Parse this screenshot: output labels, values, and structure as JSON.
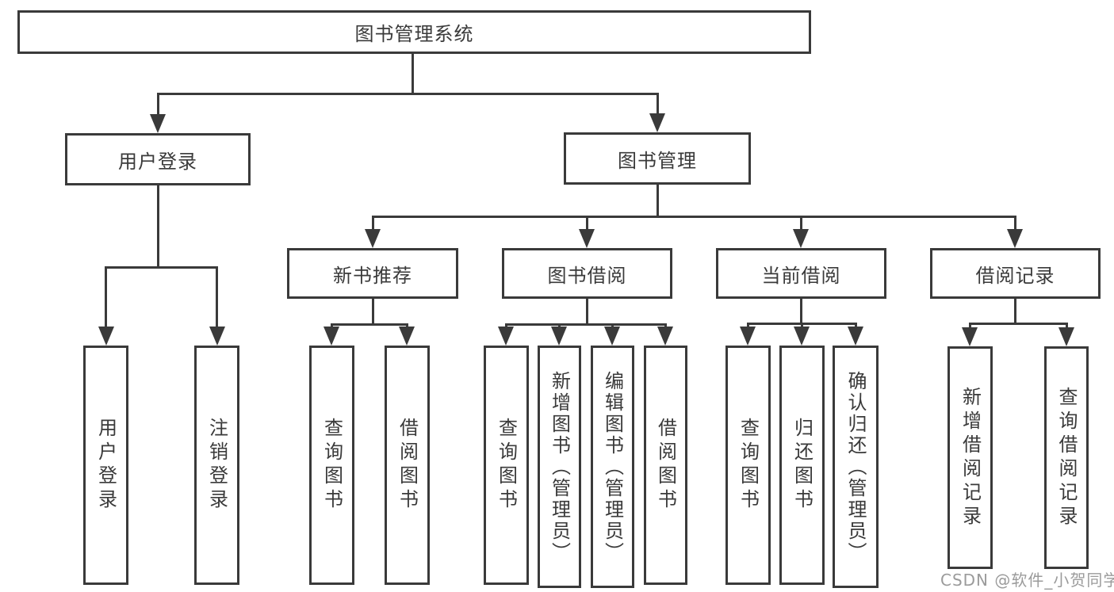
{
  "diagram": {
    "type": "hierarchy-tree",
    "watermark": "CSDN @软件_小贺同学",
    "colors": {
      "line": "#3a3a3a",
      "border": "#3a3a3a",
      "text": "#3a3a3a",
      "watermark": "#9b9b9b",
      "background": "#ffffff"
    },
    "tree": {
      "label": "图书管理系统",
      "children": [
        {
          "label": "用户登录",
          "children": [
            {
              "label": "用户登录"
            },
            {
              "label": "注销登录"
            }
          ]
        },
        {
          "label": "图书管理",
          "children": [
            {
              "label": "新书推荐",
              "children": [
                {
                  "label": "查询图书"
                },
                {
                  "label": "借阅图书"
                }
              ]
            },
            {
              "label": "图书借阅",
              "children": [
                {
                  "label": "查询图书"
                },
                {
                  "label": "新增图书（管理员）"
                },
                {
                  "label": "编辑图书（管理员）"
                },
                {
                  "label": "借阅图书"
                }
              ]
            },
            {
              "label": "当前借阅",
              "children": [
                {
                  "label": "查询图书"
                },
                {
                  "label": "归还图书"
                },
                {
                  "label": "确认归还（管理员）"
                }
              ]
            },
            {
              "label": "借阅记录",
              "children": [
                {
                  "label": "新增借阅记录"
                },
                {
                  "label": "查询借阅记录"
                }
              ]
            }
          ]
        }
      ]
    }
  }
}
